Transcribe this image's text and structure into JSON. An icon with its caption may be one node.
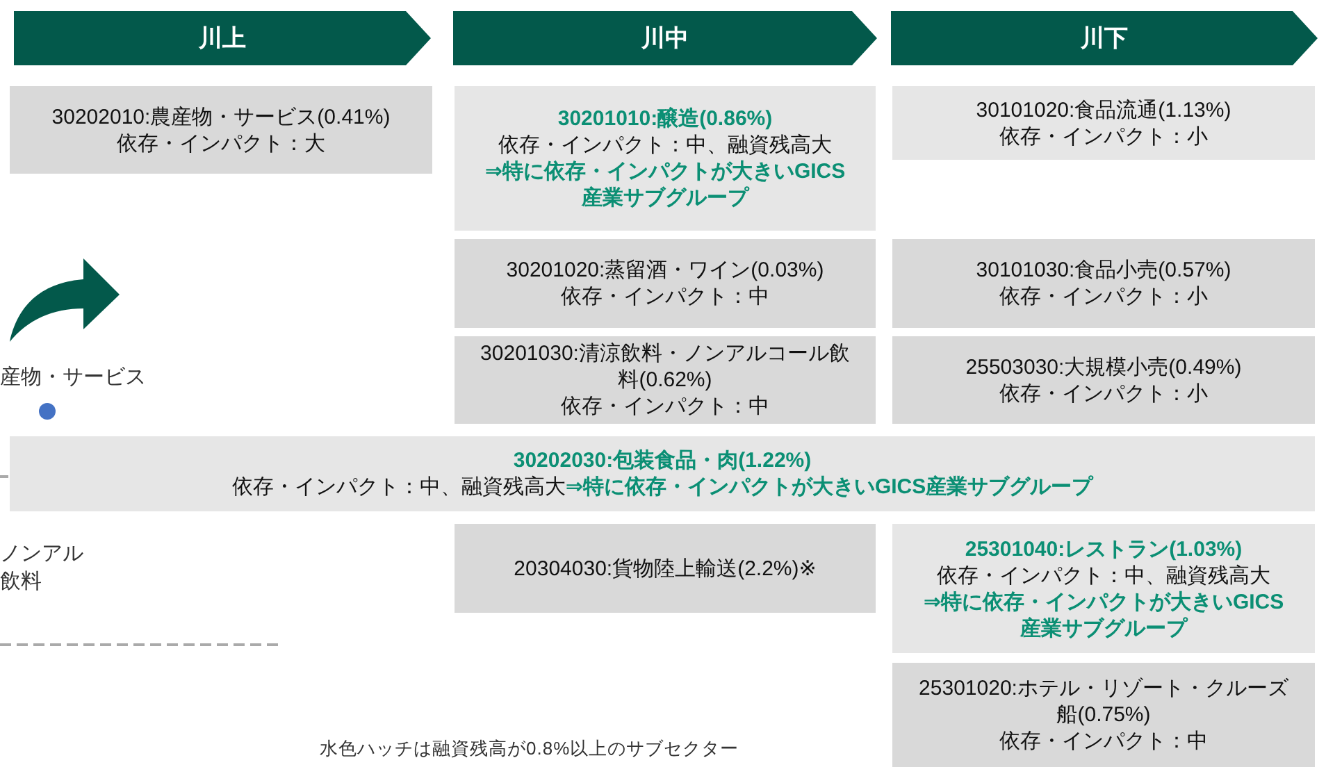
{
  "diagram": {
    "nodes": [
      {
        "text": [
          "川上"
        ]
      },
      {
        "text": [
          "川中"
        ]
      },
      {
        "text": [
          "川下"
        ]
      },
      {
        "text": [
          "30202010:農産物・サービス(0.41%)",
          "依存・インパクト：大"
        ]
      },
      {
        "text": [
          "30201010:醸造(0.86%)",
          "依存・インパクト：中、融資残高大",
          "⇒特に依存・インパクトが大きいGICS産業サブグループ"
        ]
      },
      {
        "text": [
          "30101020:食品流通(1.13%)",
          "依存・インパクト：小"
        ]
      },
      {
        "text": [
          "30201020:蒸留酒・ワイン(0.03%)",
          "依存・インパクト：中"
        ]
      },
      {
        "text": [
          "30101030:食品小売(0.57%)",
          "依存・インパクト：小"
        ]
      },
      {
        "text": [
          "30201030:清涼飲料・ノンアルコール飲料(0.62%)",
          "依存・インパクト：中"
        ]
      },
      {
        "text": [
          "25503030:大規模小売(0.49%)",
          "依存・インパクト：小"
        ]
      },
      {
        "text": [
          "30202030:包装食品・肉(1.22%)",
          "依存・インパクト：中、融資残高大",
          "⇒特に依存・インパクトが大きいGICS産業サブグループ"
        ]
      },
      {
        "text": [
          "20304030:貨物陸上輸送(2.2%)※"
        ]
      },
      {
        "text": [
          "25301040:レストラン(1.03%)",
          "依存・インパクト：中、融資残高大",
          "⇒特に依存・インパクトが大きいGICS産業サブグループ"
        ]
      },
      {
        "text": [
          "25301020:ホテル・リゾート・クルーズ船(0.75%)",
          "依存・インパクト：中"
        ]
      }
    ],
    "labels": [
      "産物・サービス",
      "ノンアル飲料",
      "水色ハッチは融資残高が0.8%以上のサブセクター"
    ]
  }
}
